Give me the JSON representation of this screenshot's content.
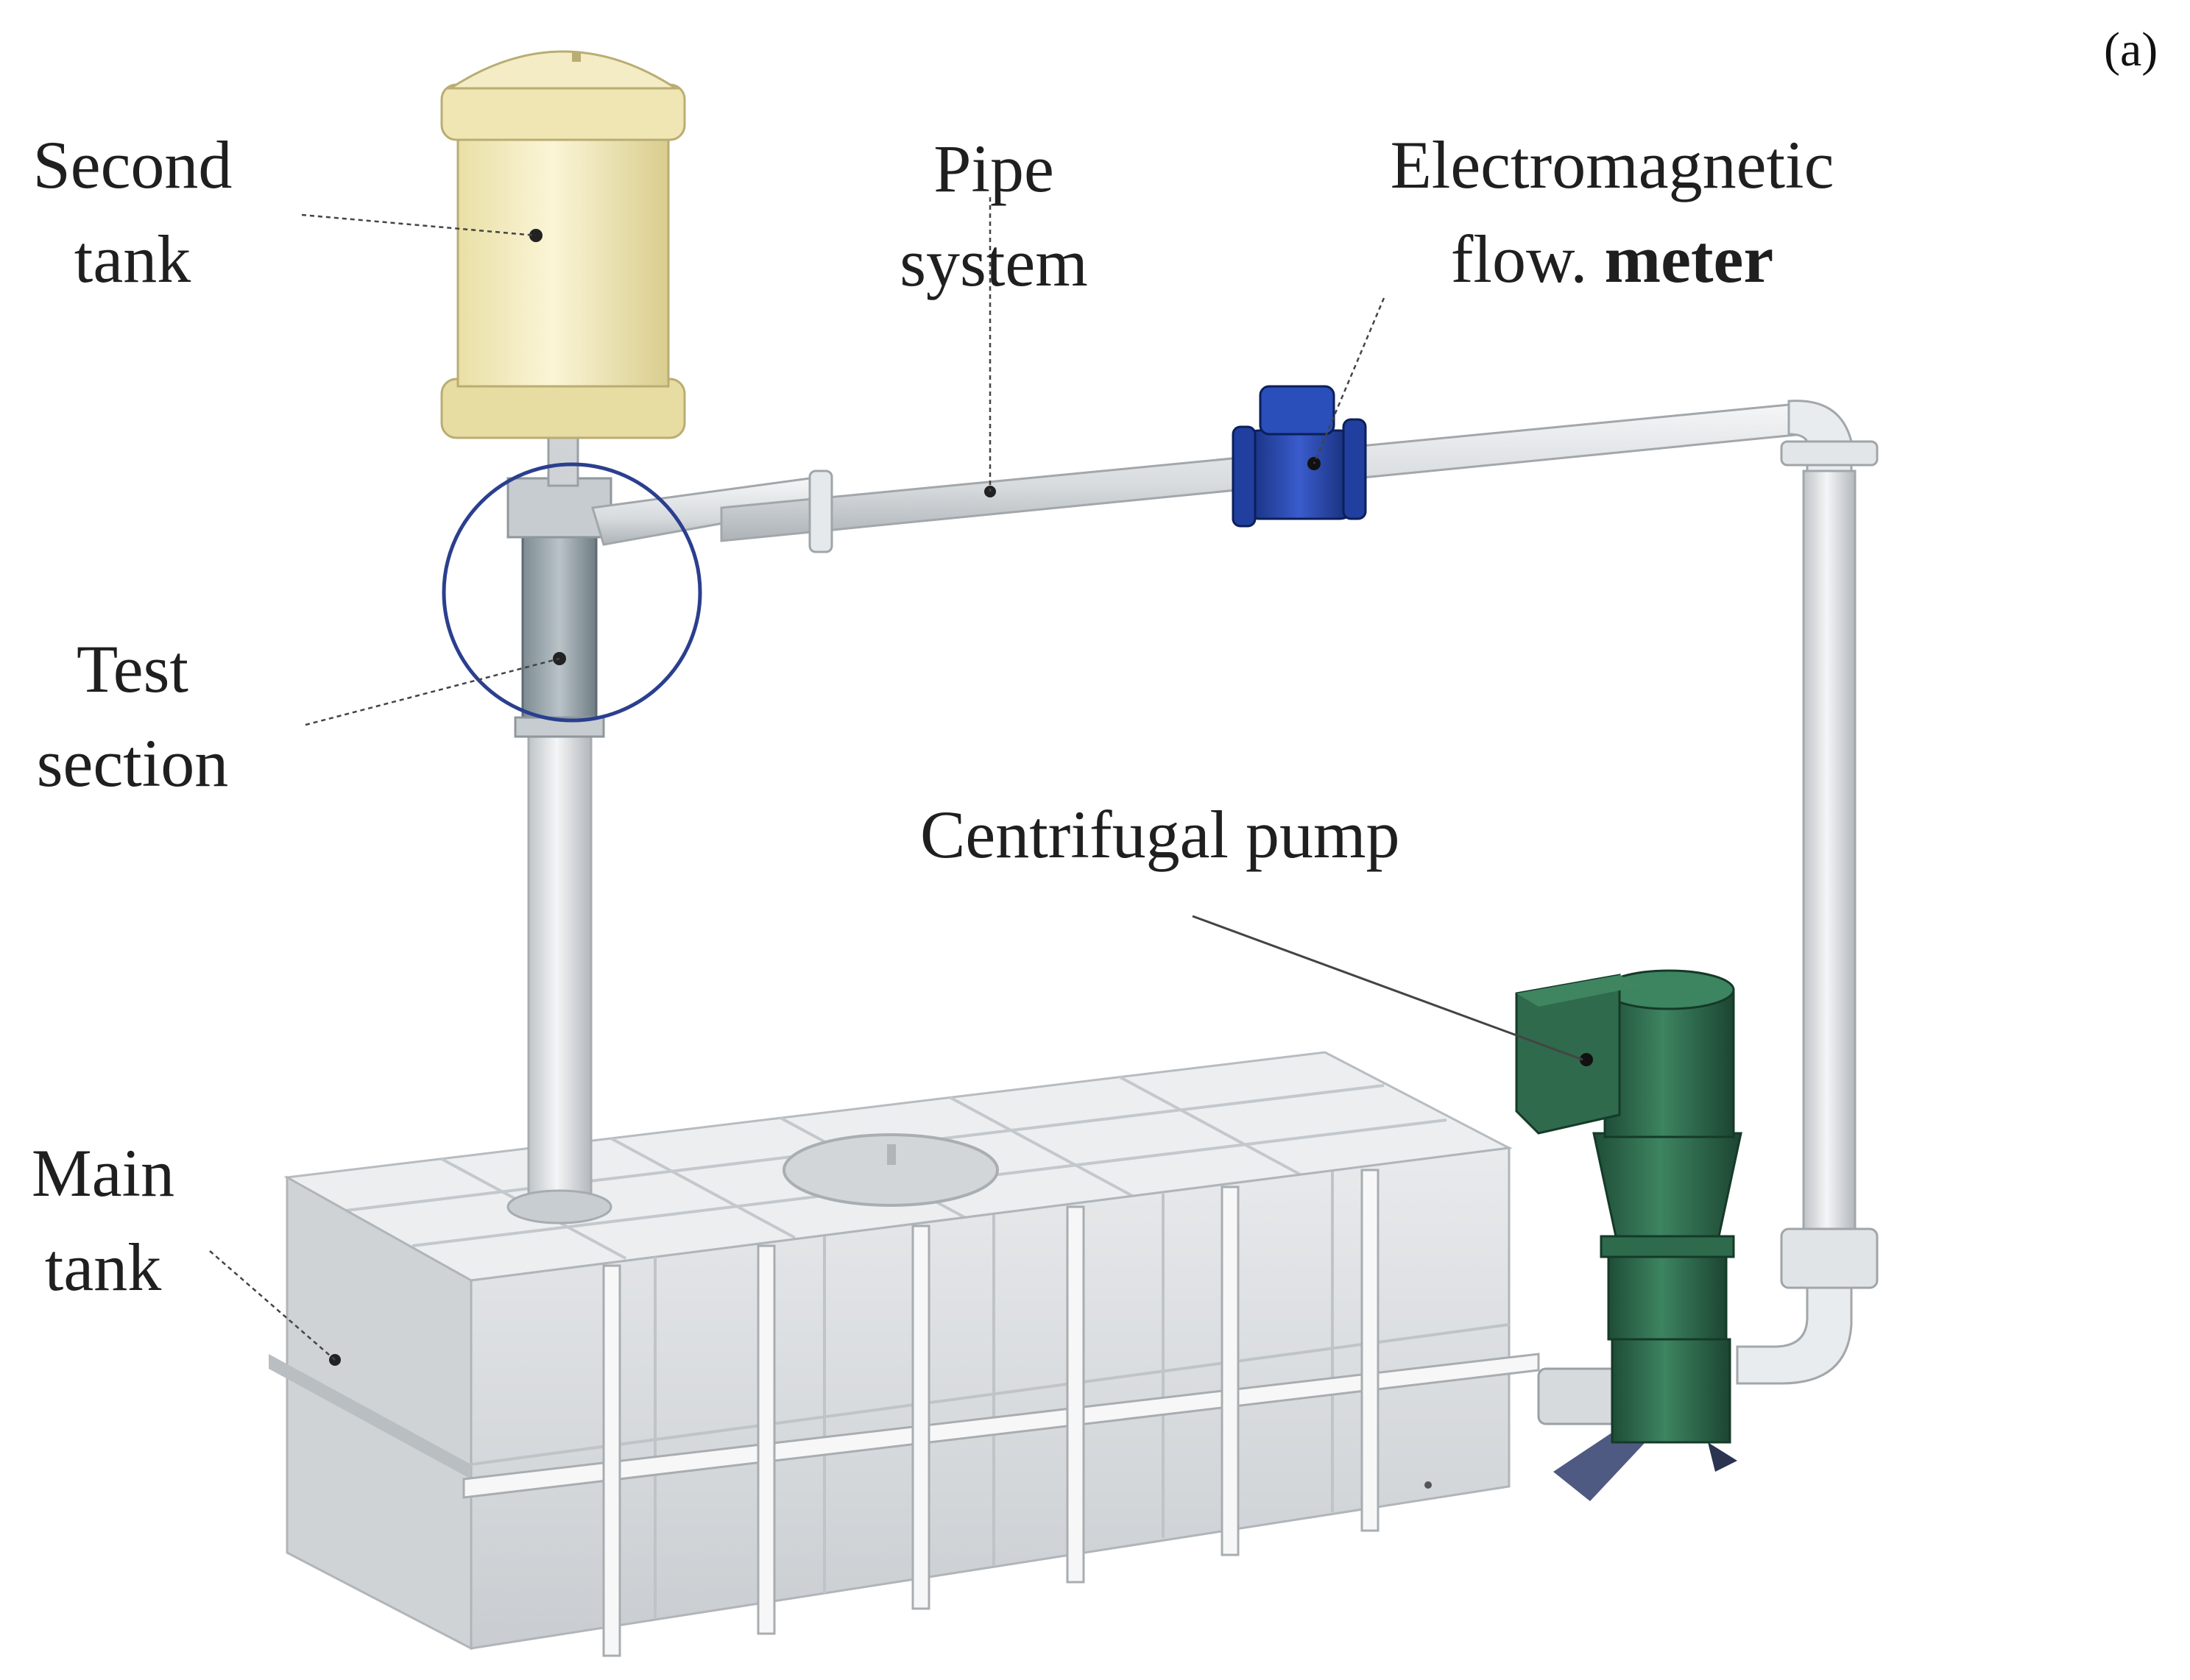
{
  "panel_label": "(a)",
  "labels": {
    "second_tank": [
      "Second",
      "tank"
    ],
    "pipe_system": [
      "Pipe",
      "system"
    ],
    "flow_meter": {
      "line1": "Electromagnetic",
      "line2_a": "flow.",
      "line2_b": "meter"
    },
    "test_section": [
      "Test",
      "section"
    ],
    "centrifugal_pump": "Centrifugal pump",
    "main_tank": [
      "Main",
      "tank"
    ]
  },
  "colors": {
    "second_tank": "#f3ecbf",
    "pipe": "#dfe3e6",
    "flow_meter": "#1f3fa0",
    "pump": "#2e6a4c",
    "main_tank": "#dadde0",
    "highlight_circle": "#2b3f8f",
    "leader_line": "#444444"
  }
}
